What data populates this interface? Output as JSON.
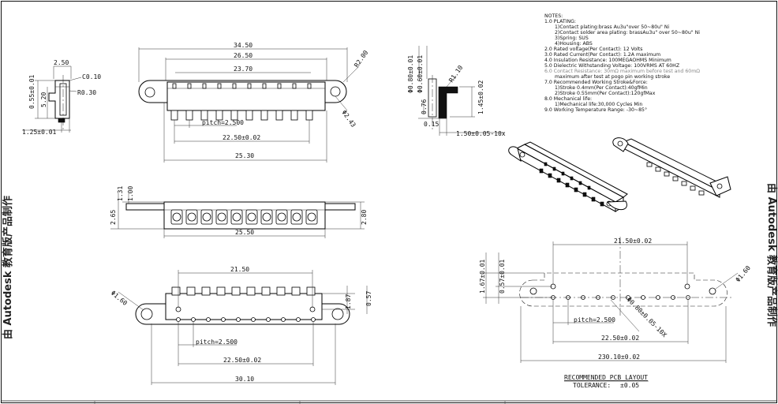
{
  "watermark": {
    "left": "由 Autodesk 教育版产品制作",
    "right": "由 Autodesk 教育版产品制作"
  },
  "notes": [
    "NOTES:",
    "1.0  PLATING:",
    "1)Contact plating:brass Au3u\"over 50~80u\" Ni",
    "2)Contact solder area plating: brassAu3u\" over 50~80u\" Ni",
    "3)Spring: SUS",
    "4)Housing: ABS",
    "2.0  Rated voltage(Per Contact): 12 Volts",
    "3.0  Rated Current(Per Contact): 1.2A maximum",
    "4.0  Insulation Resistance: 100MEGAOHMS Minimum",
    "5.0  Dielectric Withstanding Voltage: 100VRMS AT 60HZ",
    "6.0  Contact Resistance: 30mΩ maximum before test and 60mΩ",
    "maximum after test at pogo pin working stroke",
    "7.0  Recommended Working Stroke&Force:",
    "1)Stroke 0.4mm(Per Contact):40gfMin",
    "2)Stroke 0.55mm(Per Contact):120gfMax",
    "8.0  Mechanical life:",
    "1)Mechanical life:30,000 Cycles Min",
    "9.0  Working Temperature Range: -30~85°"
  ],
  "side_view": {
    "d_top": "2.50",
    "d_c": "C0.10",
    "d_r": "R0.30",
    "d_h1": "0.55±0.01",
    "d_h2": "5.20",
    "d_bottom": "1.25±0.01"
  },
  "top_view": {
    "d_34": "34.50",
    "d_26": "26.50",
    "d_23": "23.70",
    "d_r2": "R2.00",
    "d_pitch": "pitch=2.500",
    "d_22": "22.50±0.02",
    "d_25": "25.30",
    "d_phi": "Φ2.43"
  },
  "pin_detail": {
    "d_phi1": "Φ0.80±0.01",
    "d_phi2": "Φ0.60±0.01",
    "d_r110": "R1.10",
    "d_145": "1.45±0.02",
    "d_076": "0.76",
    "d_015": "0.15",
    "d_150": "1.50±0.05-10x"
  },
  "front_view": {
    "d_131": "1.31",
    "d_100": "1.00",
    "d_265": "2.65",
    "d_280": "2.80",
    "d_2550": "25.50"
  },
  "bottom_view": {
    "d_2150": "21.50",
    "d_phi160": "Φ1.60",
    "d_187": "1.87",
    "d_057": "0.57",
    "d_pitch": "pitch=2.500",
    "d_2250": "22.50±0.02",
    "d_3010": "30.10"
  },
  "pcb_layout": {
    "d_2150": "21.50±0.02",
    "d_167": "1.67±0.01",
    "d_057": "0.57±0.01",
    "d_phi160": "Φ1.60",
    "d_holes": "Φ0.80±0.05-10X",
    "d_pitch": "pitch=2.500",
    "d_2250": "22.50±0.02",
    "d_3010": "230.10±0.02",
    "title": "RECOMMENDED PCB LAYOUT",
    "tolerance_label": "TOLERANCE:",
    "tolerance_value": "±0.05"
  }
}
